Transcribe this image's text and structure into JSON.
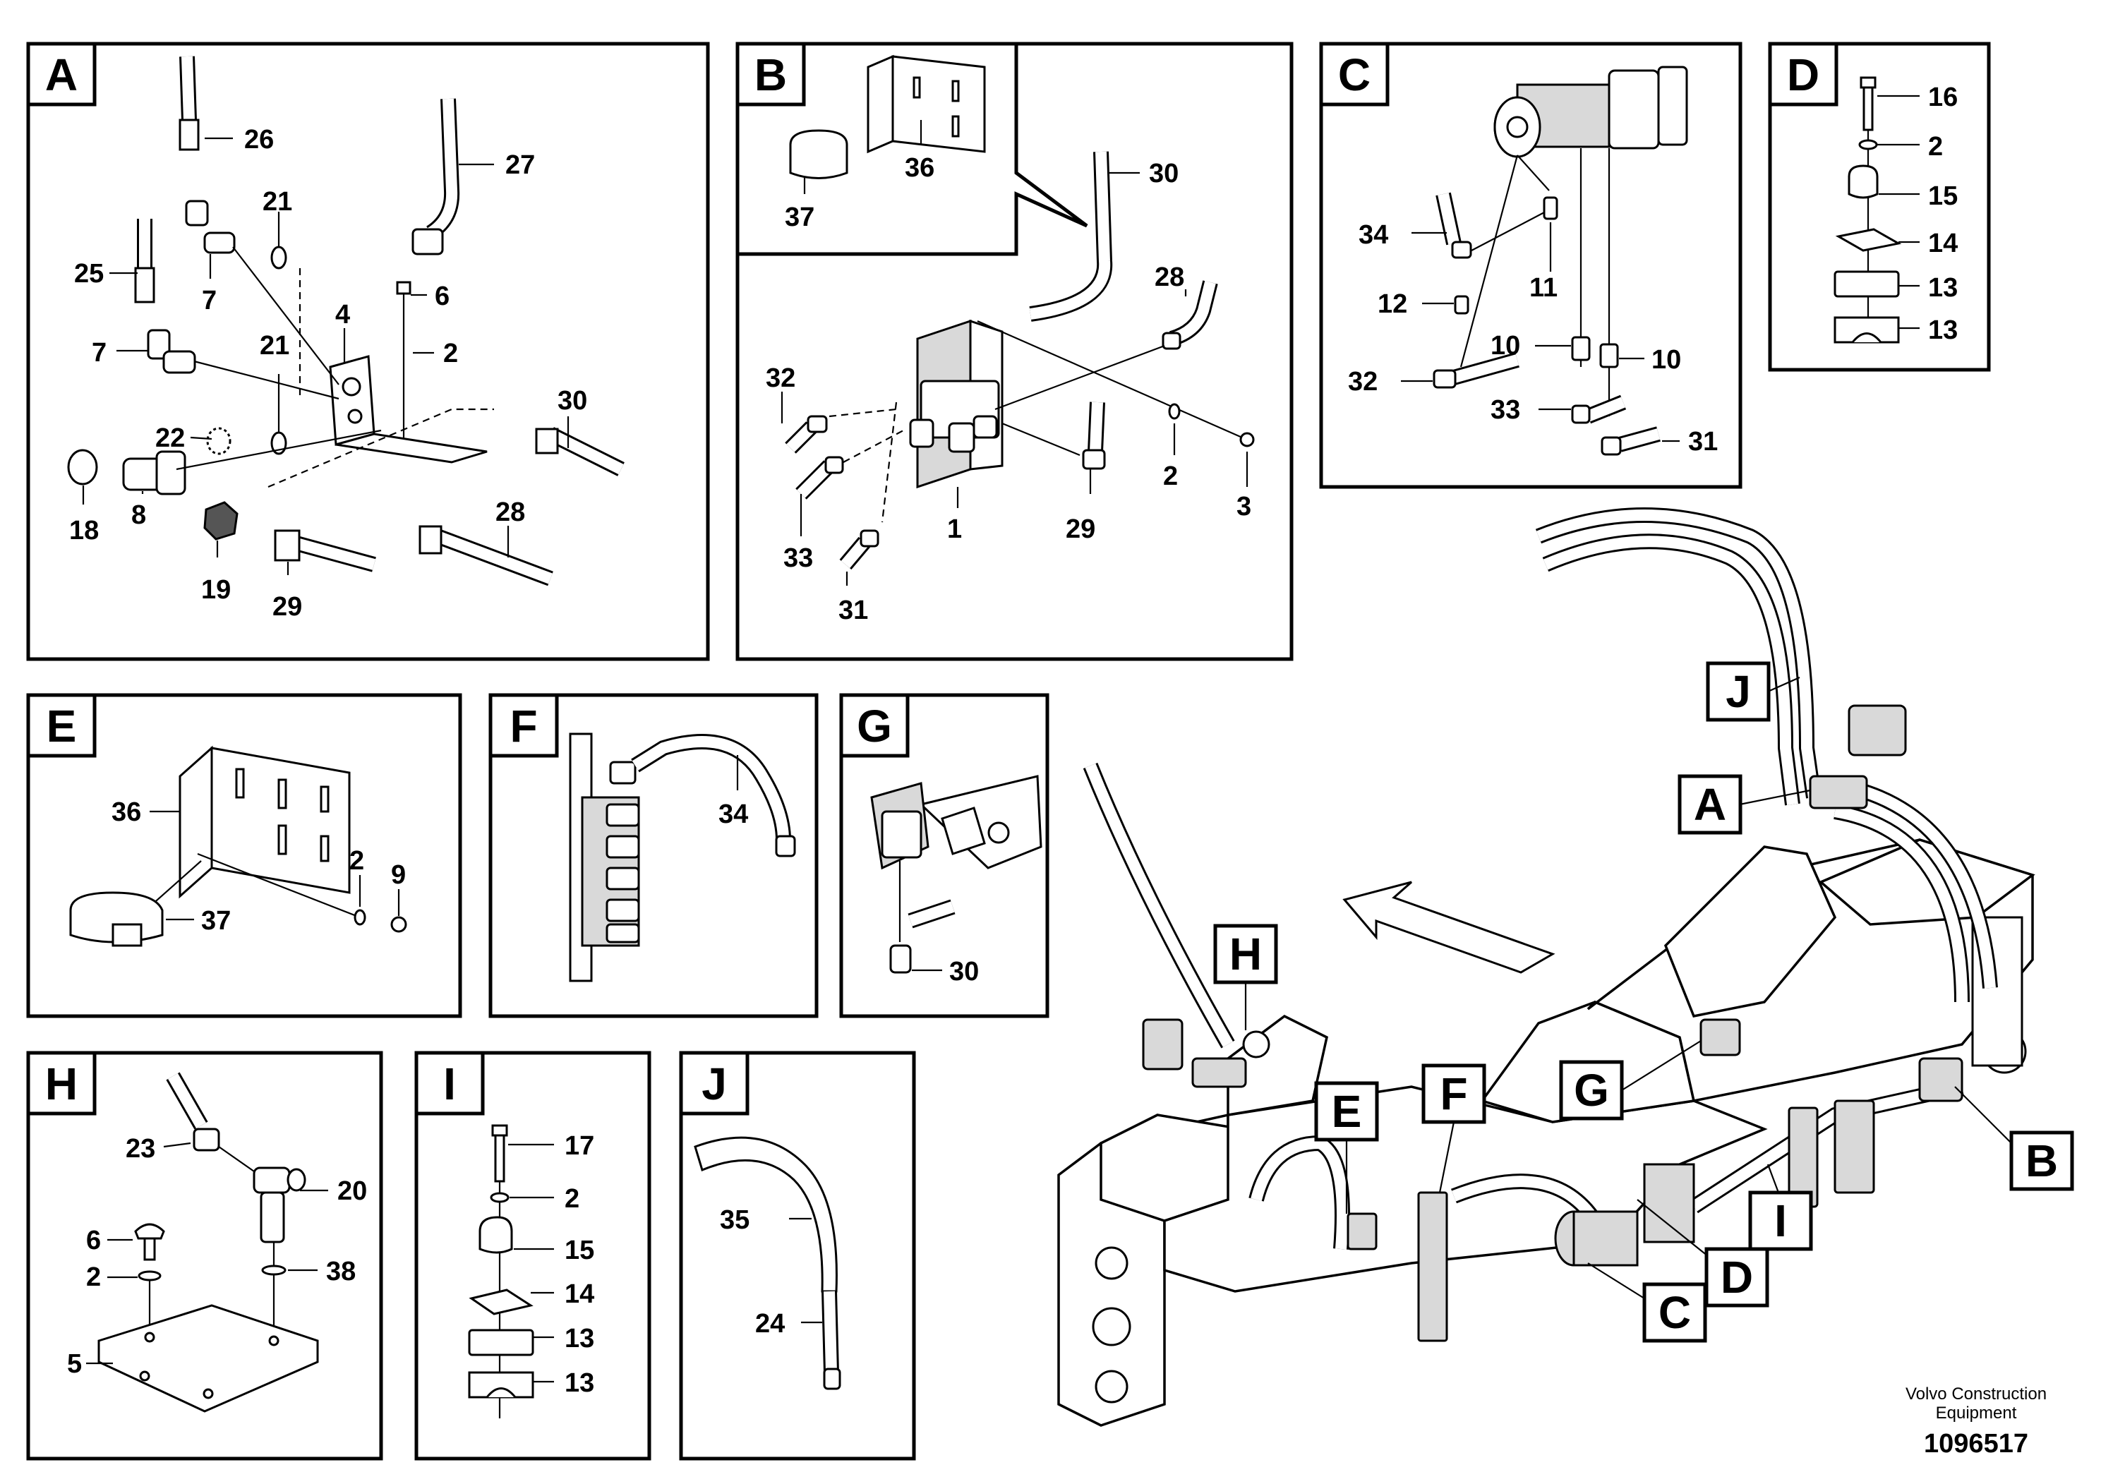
{
  "panels": {
    "A": {
      "label": "A",
      "callouts": [
        "26",
        "27",
        "21",
        "25",
        "7",
        "6",
        "4",
        "7",
        "21",
        "2",
        "30",
        "22",
        "18",
        "8",
        "19",
        "29",
        "28"
      ]
    },
    "B": {
      "label": "B",
      "callouts": [
        "36",
        "37",
        "30",
        "28",
        "32",
        "2",
        "3",
        "1",
        "29",
        "33",
        "31"
      ]
    },
    "C": {
      "label": "C",
      "callouts": [
        "34",
        "11",
        "12",
        "10",
        "10",
        "32",
        "33",
        "31"
      ]
    },
    "D": {
      "label": "D",
      "callouts": [
        "16",
        "2",
        "15",
        "14",
        "13",
        "13"
      ]
    },
    "E": {
      "label": "E",
      "callouts": [
        "36",
        "2",
        "9",
        "37"
      ]
    },
    "F": {
      "label": "F",
      "callouts": [
        "34"
      ]
    },
    "G": {
      "label": "G",
      "callouts": [
        "30"
      ]
    },
    "H": {
      "label": "H",
      "callouts": [
        "23",
        "20",
        "6",
        "2",
        "38",
        "5"
      ]
    },
    "I": {
      "label": "I",
      "callouts": [
        "17",
        "2",
        "15",
        "14",
        "13",
        "13"
      ]
    },
    "J": {
      "label": "J",
      "callouts": [
        "35",
        "24"
      ]
    }
  },
  "overview": {
    "callouts": [
      "J",
      "A",
      "H",
      "E",
      "F",
      "G",
      "B",
      "I",
      "D",
      "C"
    ]
  },
  "footer": {
    "brand_line1": "Volvo Construction",
    "brand_line2": "Equipment",
    "drawing_number": "1096517"
  }
}
